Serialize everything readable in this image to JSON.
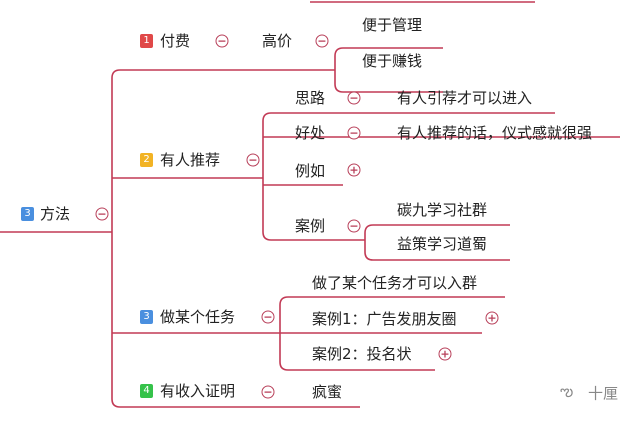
{
  "colors": {
    "line": "#c23a55",
    "badge1": "#e04848",
    "badge2": "#f2b324",
    "badge3": "#4a8fdf",
    "badge4": "#35c24a"
  },
  "root": {
    "badge": "3",
    "label": "方法"
  },
  "branches": [
    {
      "badge": "1",
      "label": "付费",
      "child": "高价",
      "leaves": [
        "便于管理",
        "便于赚钱"
      ]
    },
    {
      "badge": "2",
      "label": "有人推荐",
      "children": [
        {
          "label": "思路",
          "detail": "有人引荐才可以进入"
        },
        {
          "label": "好处",
          "detail": "有人推荐的话，仪式感就很强"
        },
        {
          "label": "例如"
        },
        {
          "label": "案例",
          "leaves": [
            "碳九学习社群",
            "益策学习道蜀"
          ]
        }
      ]
    },
    {
      "badge": "3",
      "label": "做某个任务",
      "children": [
        "做了某个任务才可以入群",
        "案例1：广告发朋友圈",
        "案例2：投名状"
      ]
    },
    {
      "badge": "4",
      "label": "有收入证明",
      "child": "疯蜜"
    }
  ],
  "toggles": {
    "collapse": "−",
    "expand": "+"
  },
  "watermark": "十厘"
}
